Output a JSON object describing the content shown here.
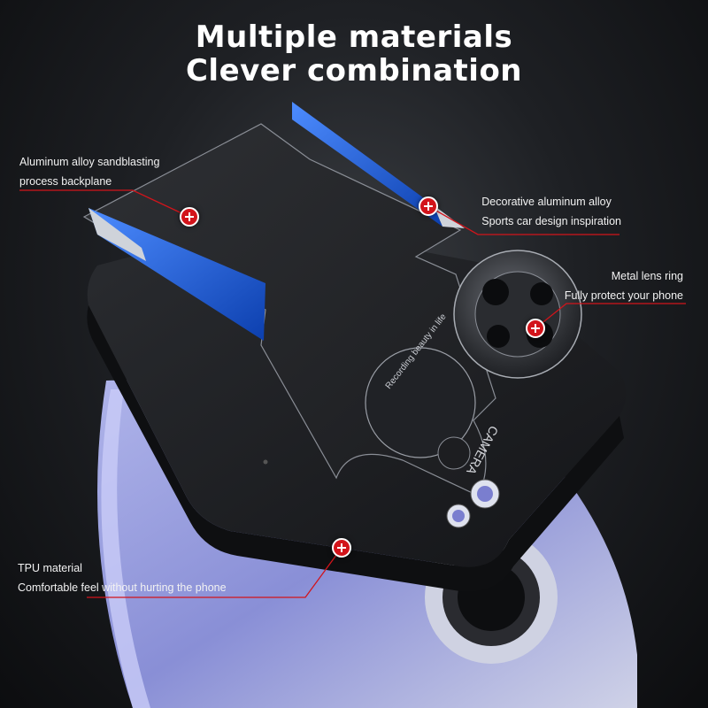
{
  "headline": {
    "line1": "Multiple materials",
    "line2": "Clever combination"
  },
  "callouts": [
    {
      "line1": "Aluminum alloy sandblasting",
      "line2": "process backplane"
    },
    {
      "line1": "Decorative aluminum alloy",
      "line2": "Sports car design inspiration"
    },
    {
      "line1": "Metal lens ring",
      "line2": "Fully protect your phone"
    },
    {
      "line1": "TPU material",
      "line2": "Comfortable feel without hurting the phone"
    }
  ],
  "product_print": {
    "ring_text": "Recording beauty in life",
    "camera_text": "CAMERA"
  },
  "colors": {
    "accent_red": "#d2141b",
    "stripe_blue": "#1a5fd8",
    "case_black": "#1b1c1f",
    "phone_lavender": "#9aa0e8"
  },
  "icons": [
    "plus-marker-icon"
  ]
}
